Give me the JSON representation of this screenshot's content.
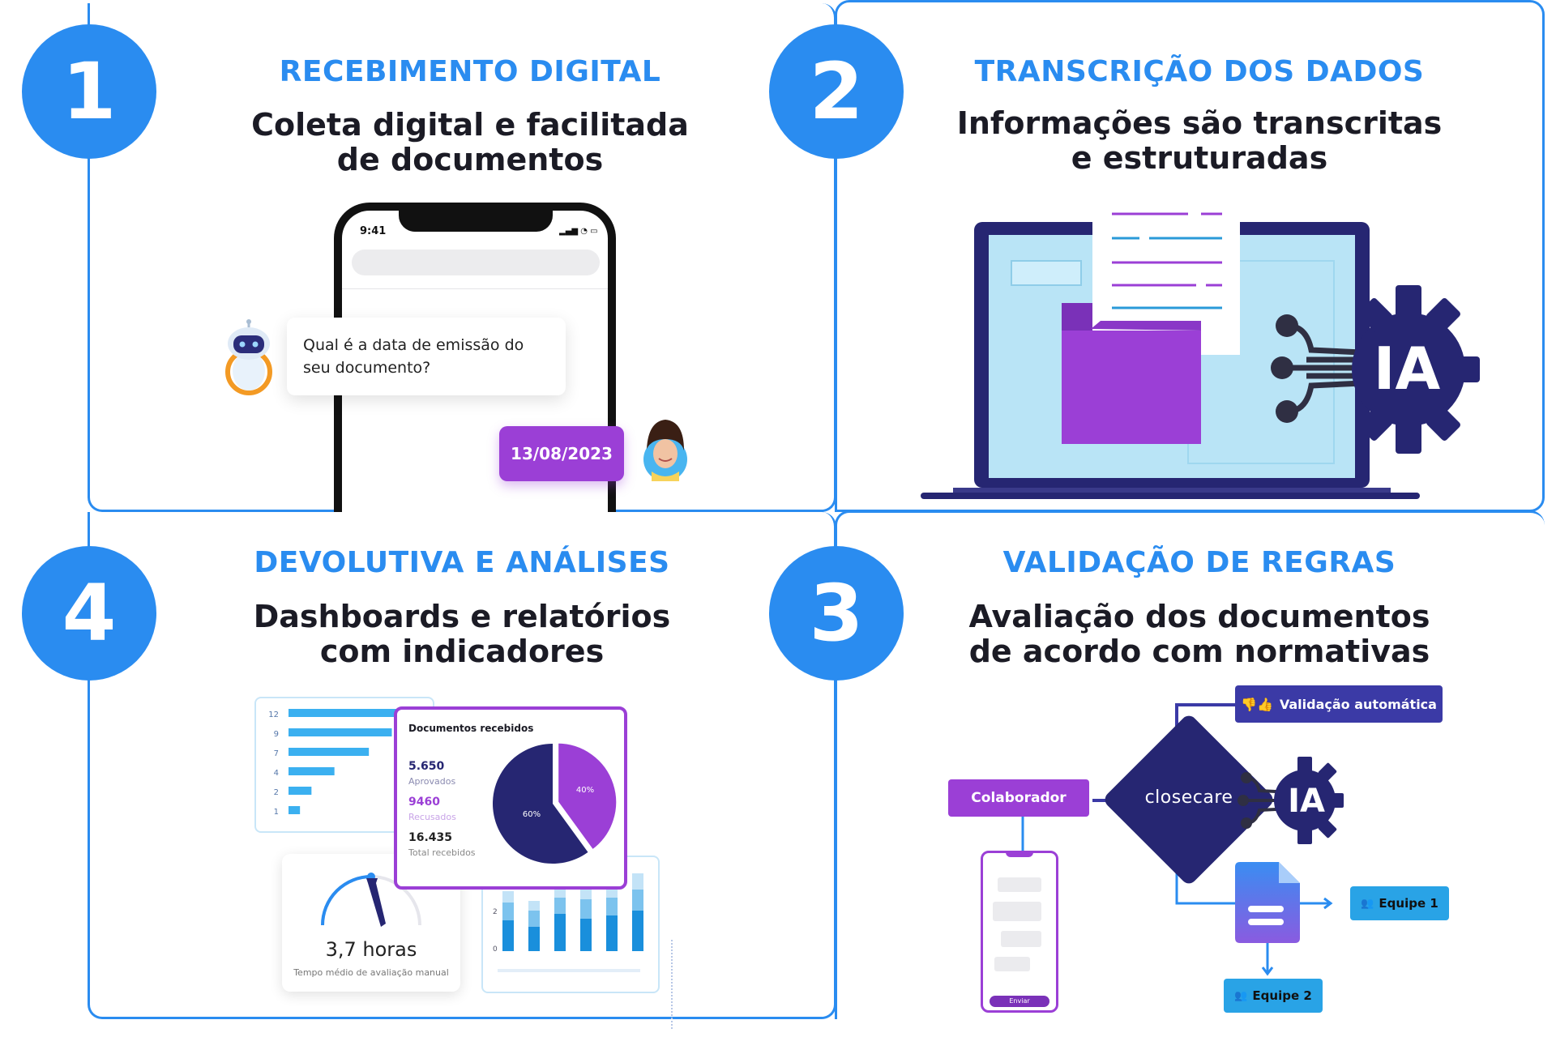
{
  "steps": [
    {
      "number": "1",
      "title": "RECEBIMENTO DIGITAL",
      "subtitle_line1": "Coleta digital e facilitada",
      "subtitle_line2": "de documentos"
    },
    {
      "number": "2",
      "title": "TRANSCRIÇÃO DOS DADOS",
      "subtitle_line1": "Informações são transcritas",
      "subtitle_line2": "e estruturadas"
    },
    {
      "number": "4",
      "title": "DEVOLUTIVA E ANÁLISES",
      "subtitle_line1": "Dashboards e relatórios",
      "subtitle_line2": "com indicadores"
    },
    {
      "number": "3",
      "title": "VALIDAÇÃO DE REGRAS",
      "subtitle_line1": "Avaliação dos documentos",
      "subtitle_line2": "de acordo com normativas"
    }
  ],
  "phone": {
    "time": "9:41",
    "bot_question_line1": "Qual é a data de emissão do",
    "bot_question_line2": "seu documento?",
    "user_answer": "13/08/2023"
  },
  "ia_label": "IA",
  "dashboard": {
    "bar_ticks": [
      "12",
      "9",
      "7",
      "4",
      "2",
      "1"
    ],
    "bar_values": [
      12,
      9,
      7,
      4,
      2,
      1
    ],
    "card_title": "Documentos recebidos",
    "approved_value": "5.650",
    "approved_label": "Aprovados",
    "refused_value": "9460",
    "refused_label": "Recusados",
    "total_value": "16.435",
    "total_label": "Total recebidos",
    "pie_major_label": "60%",
    "pie_minor_label": "40%",
    "pie_minor_fraction": 0.4,
    "gauge_value": "3,7 horas",
    "gauge_label": "Tempo médio de avaliação manual",
    "column_tick_top": "2",
    "column_tick_bottom": "0"
  },
  "flow": {
    "auto_validation": "Validação automática",
    "collaborator": "Colaborador",
    "brand": "closecare",
    "team1": "Equipe 1",
    "team2": "Equipe 2",
    "send_button": "Enviar"
  },
  "colors": {
    "blue": "#2a8cf0",
    "navy": "#262672",
    "purple": "#9b3fd6",
    "text": "#1b1b25"
  }
}
